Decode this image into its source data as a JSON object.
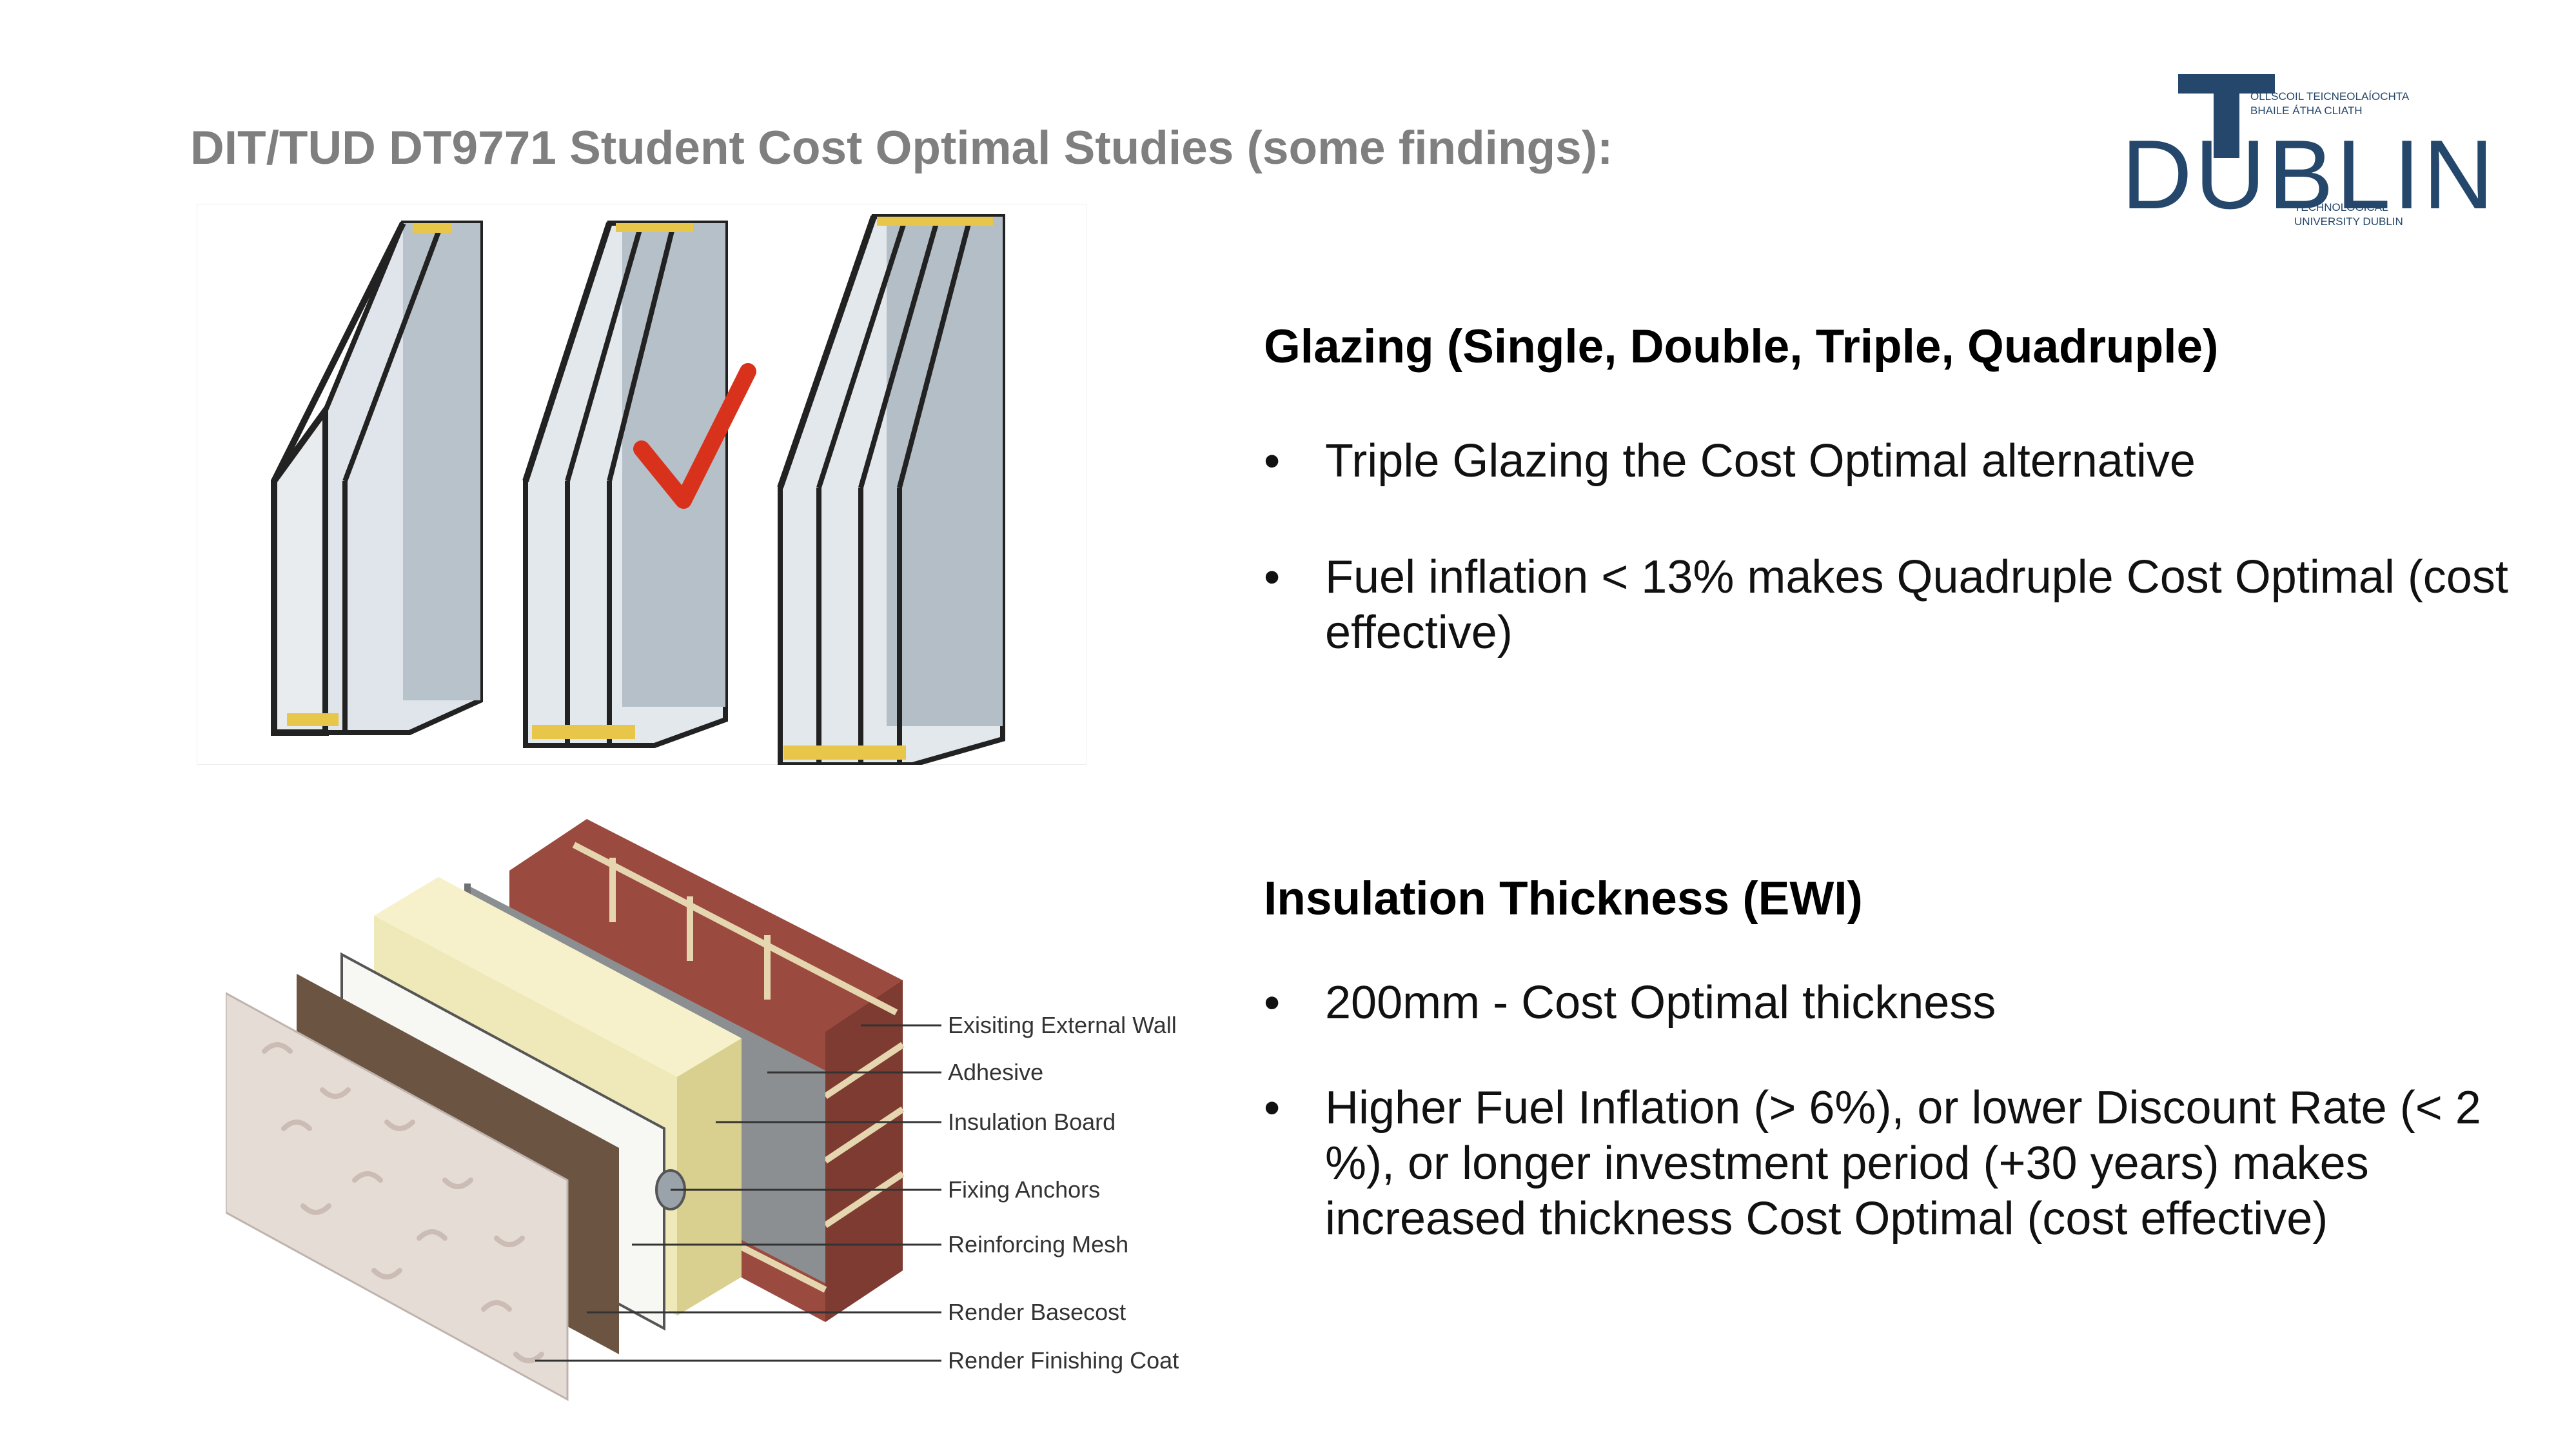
{
  "slide": {
    "title": "DIT/TUD DT9771 Student Cost Optimal Studies (some findings):"
  },
  "logo": {
    "word": "DUBLIN",
    "irish_line1": "OLLSCOIL TEICNEOLAÍOCHTA",
    "irish_line2": "BHAILE ÁTHA CLIATH",
    "english_line1": "TECHNOLOGICAL",
    "english_line2": "UNIVERSITY DUBLIN"
  },
  "glazing": {
    "heading": "Glazing (Single, Double, Triple, Quadruple)",
    "bullets": [
      "Triple Glazing the Cost Optimal alternative",
      "Fuel inflation < 13% makes Quadruple Cost Optimal (cost effective)"
    ]
  },
  "insulation": {
    "heading": "Insulation Thickness (EWI)",
    "bullets": [
      "200mm - Cost Optimal thickness",
      "Higher Fuel Inflation (> 6%), or lower Discount Rate (< 2 %), or longer investment period (+30 years) makes increased thickness Cost Optimal (cost effective)"
    ]
  },
  "ewi_diagram": {
    "labels": [
      "Exisiting External Wall",
      "Adhesive",
      "Insulation Board",
      "Fixing Anchors",
      "Reinforcing Mesh",
      "Render Basecost",
      "Render Finishing Coat"
    ]
  },
  "bullet_char": "•",
  "colors": {
    "title": "#7f7f7f",
    "logo": "#24476b",
    "checkmark": "#d9321c",
    "brick": "#9b4a3f",
    "insulation": "#efe9b9"
  }
}
